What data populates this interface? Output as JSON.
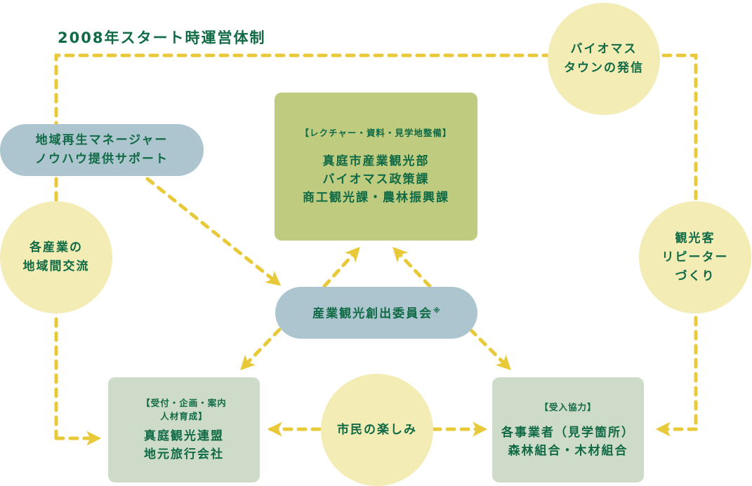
{
  "title": "2008年スタート時運営体制",
  "colors": {
    "text": "#0f6a45",
    "connector": "#e8c93a",
    "circle_fill": "#f3ecb4",
    "pill_fill": "#acc5ce",
    "top_box_fill": "#bfcc7f",
    "bottom_box_fill": "#cddbc8"
  },
  "nodes": {
    "biomass_town": {
      "lines": [
        "バイオマス",
        "タウンの発信"
      ]
    },
    "regional_manager": {
      "lines": [
        "地域再生マネージャー",
        "ノウハウ提供サポート"
      ]
    },
    "industry_exchange": {
      "lines": [
        "各産業の",
        "地域間交流"
      ]
    },
    "repeater": {
      "lines": [
        "観光客",
        "リピーター",
        "づくり"
      ]
    },
    "city_departments": {
      "subtitle": "【レクチャー・資料・見学地整備】",
      "lines": [
        "真庭市産業観光部",
        "バイオマス政策課",
        "商工観光課・農林振興課"
      ]
    },
    "committee": {
      "label": "産業観光創出委員会",
      "note_mark": "※"
    },
    "tourism_federation": {
      "subtitle_lines": [
        "【受付・企画・案内",
        "人材育成】"
      ],
      "lines": [
        "真庭観光連盟",
        "地元旅行会社"
      ]
    },
    "citizens": {
      "label": "市民の楽しみ"
    },
    "businesses": {
      "subtitle": "【受入協力】",
      "lines": [
        "各事業者（見学箇所）",
        "森林組合・木材組合"
      ]
    }
  },
  "connections": [
    {
      "from": "regional_manager",
      "to": "committee",
      "style": "dashed-arrow"
    },
    {
      "from": "committee",
      "to": "city_departments",
      "style": "dashed-double-arrow"
    },
    {
      "from": "committee",
      "to": "tourism_federation",
      "style": "dashed-arrow"
    },
    {
      "from": "committee",
      "to": "businesses",
      "style": "dashed-arrow"
    },
    {
      "from": "citizens",
      "to": "tourism_federation",
      "style": "dashed-arrow"
    },
    {
      "from": "citizens",
      "to": "businesses",
      "style": "dashed-arrow"
    },
    {
      "from": "outer_loop_left",
      "to": "tourism_federation",
      "style": "dashed-arrow"
    },
    {
      "from": "outer_loop_right",
      "to": "businesses",
      "style": "dashed-arrow"
    }
  ]
}
